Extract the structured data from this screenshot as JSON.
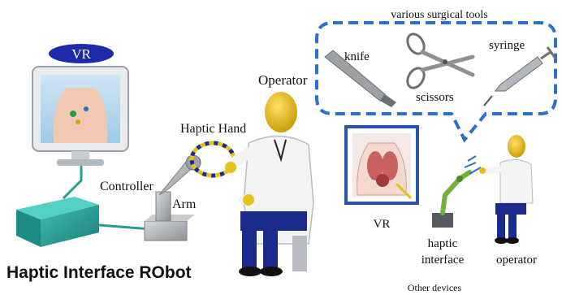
{
  "left": {
    "vr_badge": "VR",
    "controller_label": "Controller",
    "arm_label": "Arm",
    "haptic_hand_label": "Haptic Hand",
    "operator_label": "Operator",
    "title": "Haptic Interface RObot"
  },
  "tools": {
    "heading": "various surgical tools",
    "knife_label": "knife",
    "scissors_label": "scissors",
    "syringe_label": "syringe"
  },
  "right": {
    "vr_label": "VR",
    "haptic_interface_label_line1": "haptic",
    "haptic_interface_label_line2": "interface",
    "operator_label": "operator",
    "other_devices_label": "Other devices"
  },
  "colors": {
    "dashed_border": "#2a6fc9",
    "vr_badge": "#1f2aa8",
    "controller_box": "#2aa39a",
    "robot_arm": "#a8abb0",
    "operator_head": "#e6c21a",
    "operator_pants": "#1c2a8c",
    "haptic_interface_arm": "#6fb33a",
    "vr_frame": "#2b55a8"
  }
}
